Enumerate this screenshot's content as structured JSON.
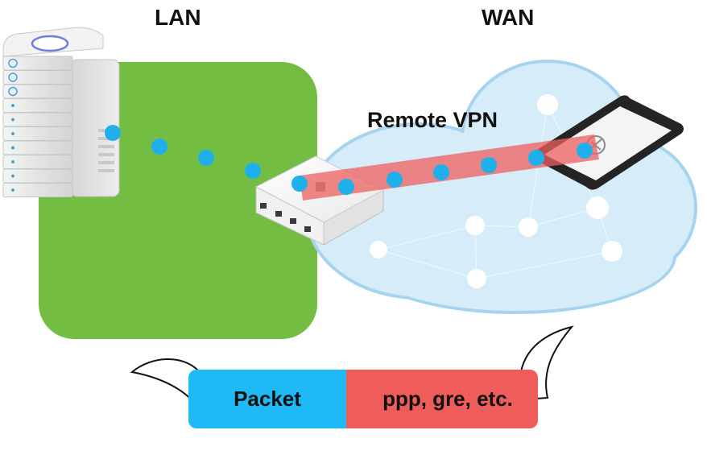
{
  "labels": {
    "lan": "LAN",
    "wan": "WAN",
    "remote_vpn": "Remote VPN"
  },
  "packet_bar": {
    "payload": "Packet",
    "encapsulation": "ppp, gre, etc."
  },
  "colors": {
    "lan_zone": "#74bd43",
    "wan_cloud": "#d6ecf8",
    "cloud_outline": "#a6d4ef",
    "tunnel": "#ee5f5f",
    "packet_dot": "#1fb0ec",
    "payload_segment": "#1fb9f5",
    "encapsulation_segment": "#ee5d5a"
  },
  "icons": {
    "server": "server-icon",
    "router": "router-icon",
    "tablet": "tablet-icon",
    "cloud": "cloud-icon"
  }
}
